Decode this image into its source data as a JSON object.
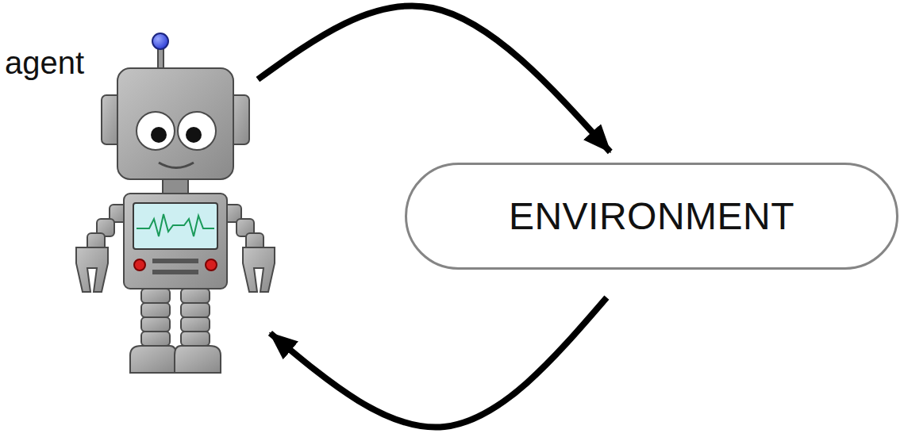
{
  "diagram": {
    "nodes": [
      {
        "text": [
          "agent"
        ]
      },
      {
        "text": [
          "ENVIRONMENT"
        ]
      }
    ],
    "edges": [
      {
        "from": 0,
        "to": 1,
        "arrow": "to"
      },
      {
        "from": 1,
        "to": 0,
        "arrow": "to"
      }
    ]
  }
}
